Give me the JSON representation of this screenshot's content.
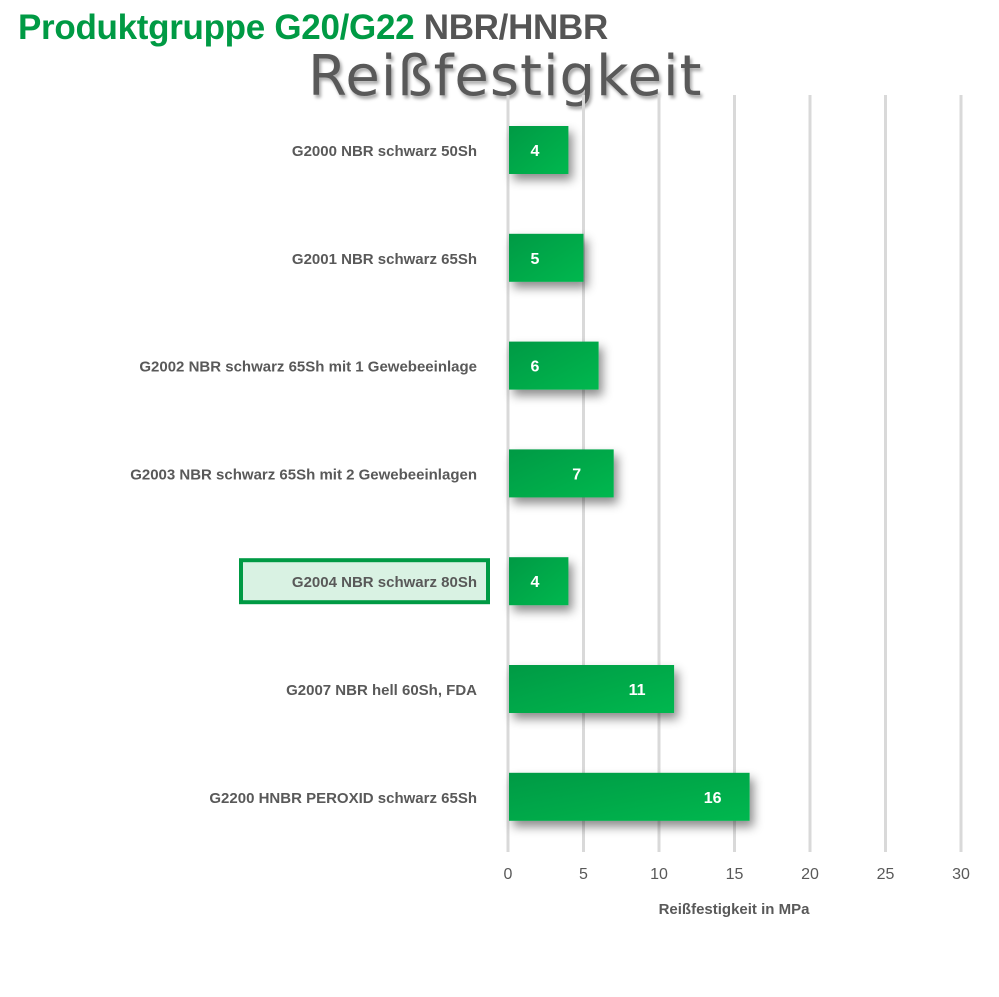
{
  "title": {
    "main_green": "Produktgruppe G20/G22",
    "main_grey": "NBR/HNBR",
    "subtitle": "Reißfestigkeit"
  },
  "chart_data": {
    "type": "bar",
    "orientation": "horizontal",
    "title": "Reißfestigkeit",
    "categories": [
      "G2000 NBR schwarz 50Sh",
      "G2001 NBR schwarz 65Sh",
      "G2002 NBR schwarz 65Sh mit 1 Gewebeeinlage",
      "G2003 NBR schwarz 65Sh mit 2 Gewebeeinlagen",
      "G2004 NBR schwarz 80Sh",
      "G2007 NBR hell 60Sh, FDA",
      "G2200 HNBR PEROXID schwarz 65Sh"
    ],
    "values": [
      4,
      5,
      6,
      7,
      4,
      11,
      16
    ],
    "highlighted_category": "G2004 NBR schwarz 80Sh",
    "xlabel": "Reißfestigkeit in MPa",
    "ylabel": "",
    "xlim": [
      0,
      30
    ],
    "xticks": [
      "0",
      "5",
      "10",
      "15",
      "20",
      "25",
      "30"
    ],
    "grid": true,
    "colors": {
      "bar_dark": "#009a44",
      "bar_light": "#00b84f",
      "highlight_border": "#009a44",
      "highlight_fill": "#d9f2e3"
    }
  }
}
